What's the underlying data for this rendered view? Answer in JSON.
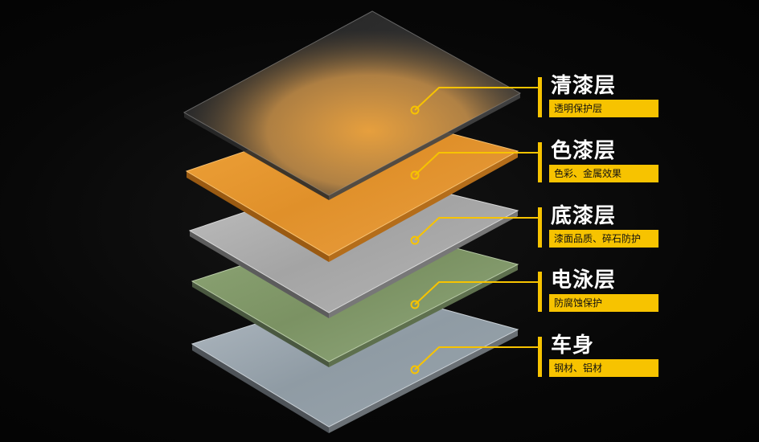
{
  "layers": [
    {
      "title": "清漆层",
      "desc": "透明保护层"
    },
    {
      "title": "色漆层",
      "desc": "色彩、金属效果"
    },
    {
      "title": "底漆层",
      "desc": "漆面品质、碎石防护"
    },
    {
      "title": "电泳层",
      "desc": "防腐蚀保护"
    },
    {
      "title": "车身",
      "desc": "钢材、铝材"
    }
  ],
  "colors": {
    "accent": "#f7c300",
    "background": "#050505",
    "clearcoat": "#c8c8c8",
    "basecoat": "#e8962e",
    "primer": "#a9a9a9",
    "ecoat": "#7f9566",
    "body": "#8e9aa3"
  }
}
